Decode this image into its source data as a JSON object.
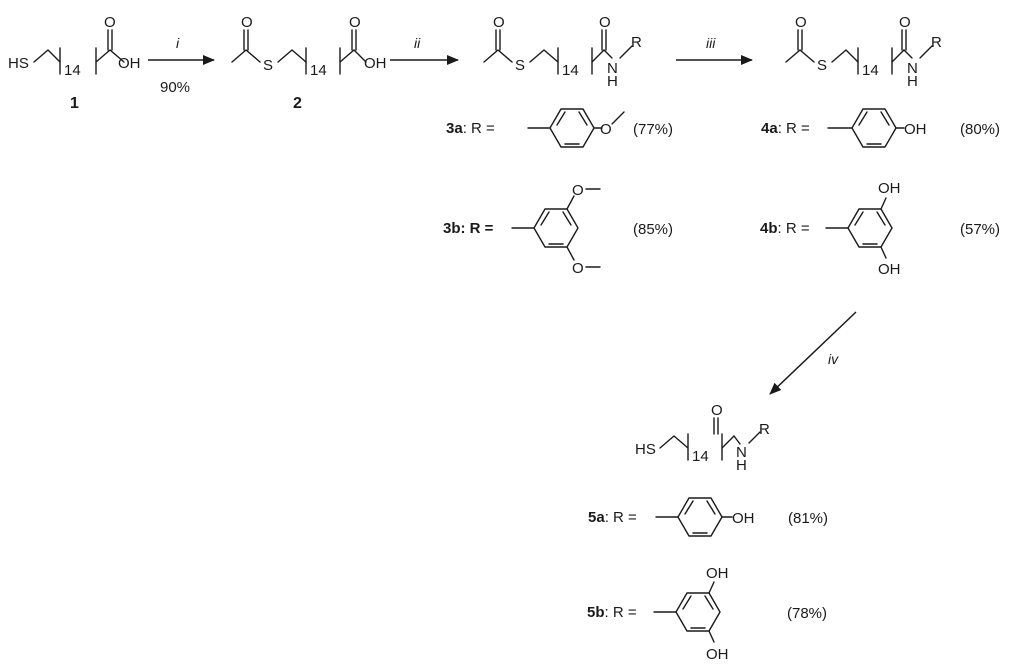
{
  "atoms": {
    "sh": "HS",
    "s": "S",
    "o": "O",
    "oh": "OH",
    "n": "N",
    "h": "H",
    "r": "R",
    "n14": "14"
  },
  "compounds": {
    "c1": "1",
    "c2": "2",
    "c3a": "3a",
    "c3b": "3b",
    "c4a": "4a",
    "c4b": "4b",
    "c5a": "5a",
    "c5b": "5b"
  },
  "r_label": ": R =",
  "reagents": {
    "i": "i",
    "ii": "ii",
    "iii": "iii",
    "iv": "iv"
  },
  "yields": {
    "step_i": "90%",
    "y3a": "(77%)",
    "y3b": "(85%)",
    "y4a": "(80%)",
    "y4b": "(57%)",
    "y5a": "(81%)",
    "y5b": "(78%)"
  }
}
